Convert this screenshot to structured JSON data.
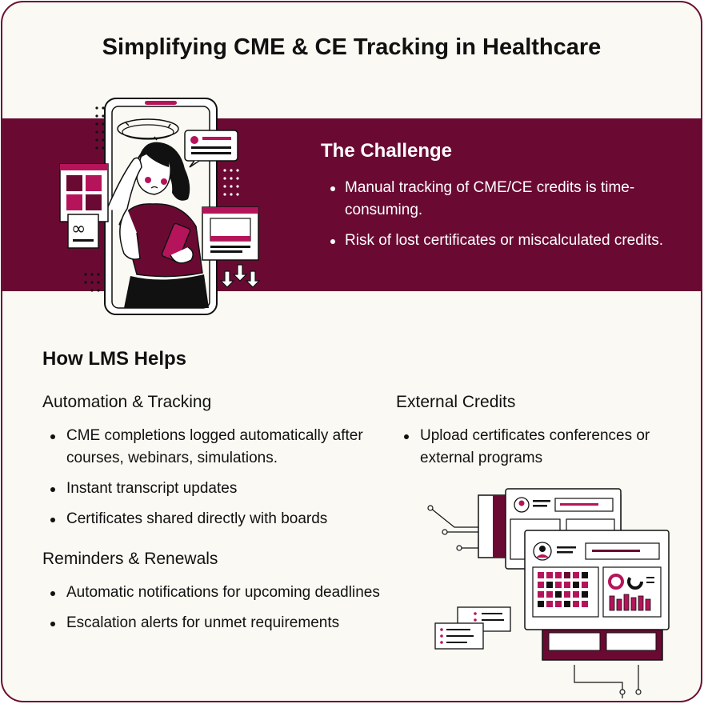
{
  "title": "Simplifying CME & CE Tracking in Healthcare",
  "challenge": {
    "heading": "The Challenge",
    "items": [
      "Manual tracking of CME/CE credits is time-consuming.",
      "Risk of lost certificates or miscalculated credits."
    ]
  },
  "how": {
    "heading": "How LMS Helps",
    "automation": {
      "heading": "Automation & Tracking",
      "items": [
        "CME completions logged automatically after courses, webinars, simulations.",
        "Instant transcript updates",
        "Certificates shared directly with boards"
      ]
    },
    "reminders": {
      "heading": "Reminders & Renewals",
      "items": [
        "Automatic notifications for upcoming deadlines",
        "Escalation alerts for unmet requirements"
      ]
    },
    "external": {
      "heading": "External Credits",
      "items": [
        "Upload certificates conferences or external programs"
      ]
    }
  },
  "colors": {
    "maroon": "#6a0a33",
    "accent": "#b5145a",
    "background": "#fbf9f3"
  }
}
